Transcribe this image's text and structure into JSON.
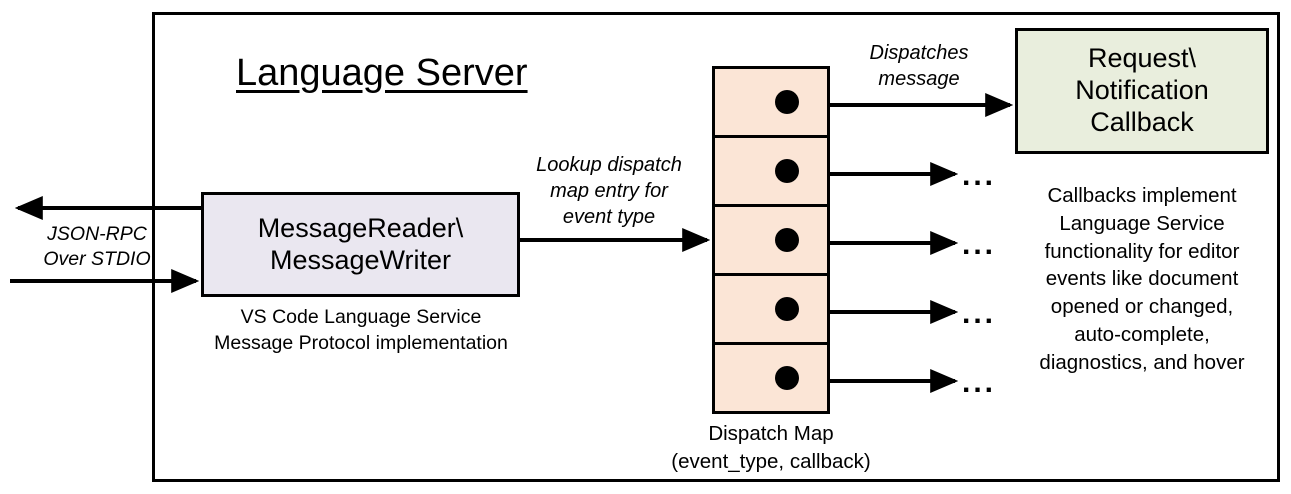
{
  "diagram": {
    "title": "Language Server",
    "boundary_name": "Language Server boundary"
  },
  "external_io": {
    "label": "JSON-RPC\nOver STDIO",
    "label_line1": "JSON-RPC",
    "label_line2": "Over STDIO",
    "inbound_arrow": "arrow-into-message-reader",
    "outbound_arrow": "arrow-out-of-message-writer"
  },
  "message_rw": {
    "title_line1": "MessageReader\\",
    "title_line2": "MessageWriter",
    "caption_line1": "VS Code Language Service",
    "caption_line2": "Message Protocol implementation",
    "fill": "#EAE7F0"
  },
  "lookup_edge": {
    "label_line1": "Lookup dispatch",
    "label_line2": "map entry for",
    "label_line3": "event type"
  },
  "dispatch_map": {
    "caption_line1": "Dispatch Map",
    "caption_line2": "(event_type, callback)",
    "fill": "#FBE5D6",
    "cells": [
      {
        "index": 0,
        "dot": "callback-pointer-dot",
        "target": "callback-box"
      },
      {
        "index": 1,
        "dot": "callback-pointer-dot",
        "target": "ellipsis"
      },
      {
        "index": 2,
        "dot": "callback-pointer-dot",
        "target": "ellipsis"
      },
      {
        "index": 3,
        "dot": "callback-pointer-dot",
        "target": "ellipsis"
      },
      {
        "index": 4,
        "dot": "callback-pointer-dot",
        "target": "ellipsis"
      }
    ],
    "ellipsis_marks": [
      "...",
      "...",
      "...",
      "..."
    ]
  },
  "dispatch_edge": {
    "label_line1": "Dispatches",
    "label_line2": "message"
  },
  "callback": {
    "title_line1": "Request\\",
    "title_line2": "Notification",
    "title_line3": "Callback",
    "fill": "#E9EEDD",
    "caption_line1": "Callbacks implement",
    "caption_line2": "Language Service",
    "caption_line3": "functionality for editor",
    "caption_line4": "events like document",
    "caption_line5": "opened or changed,",
    "caption_line6": "auto-complete,",
    "caption_line7": "diagnostics, and hover"
  },
  "colors": {
    "stroke": "#000000",
    "background": "#FFFFFF"
  }
}
